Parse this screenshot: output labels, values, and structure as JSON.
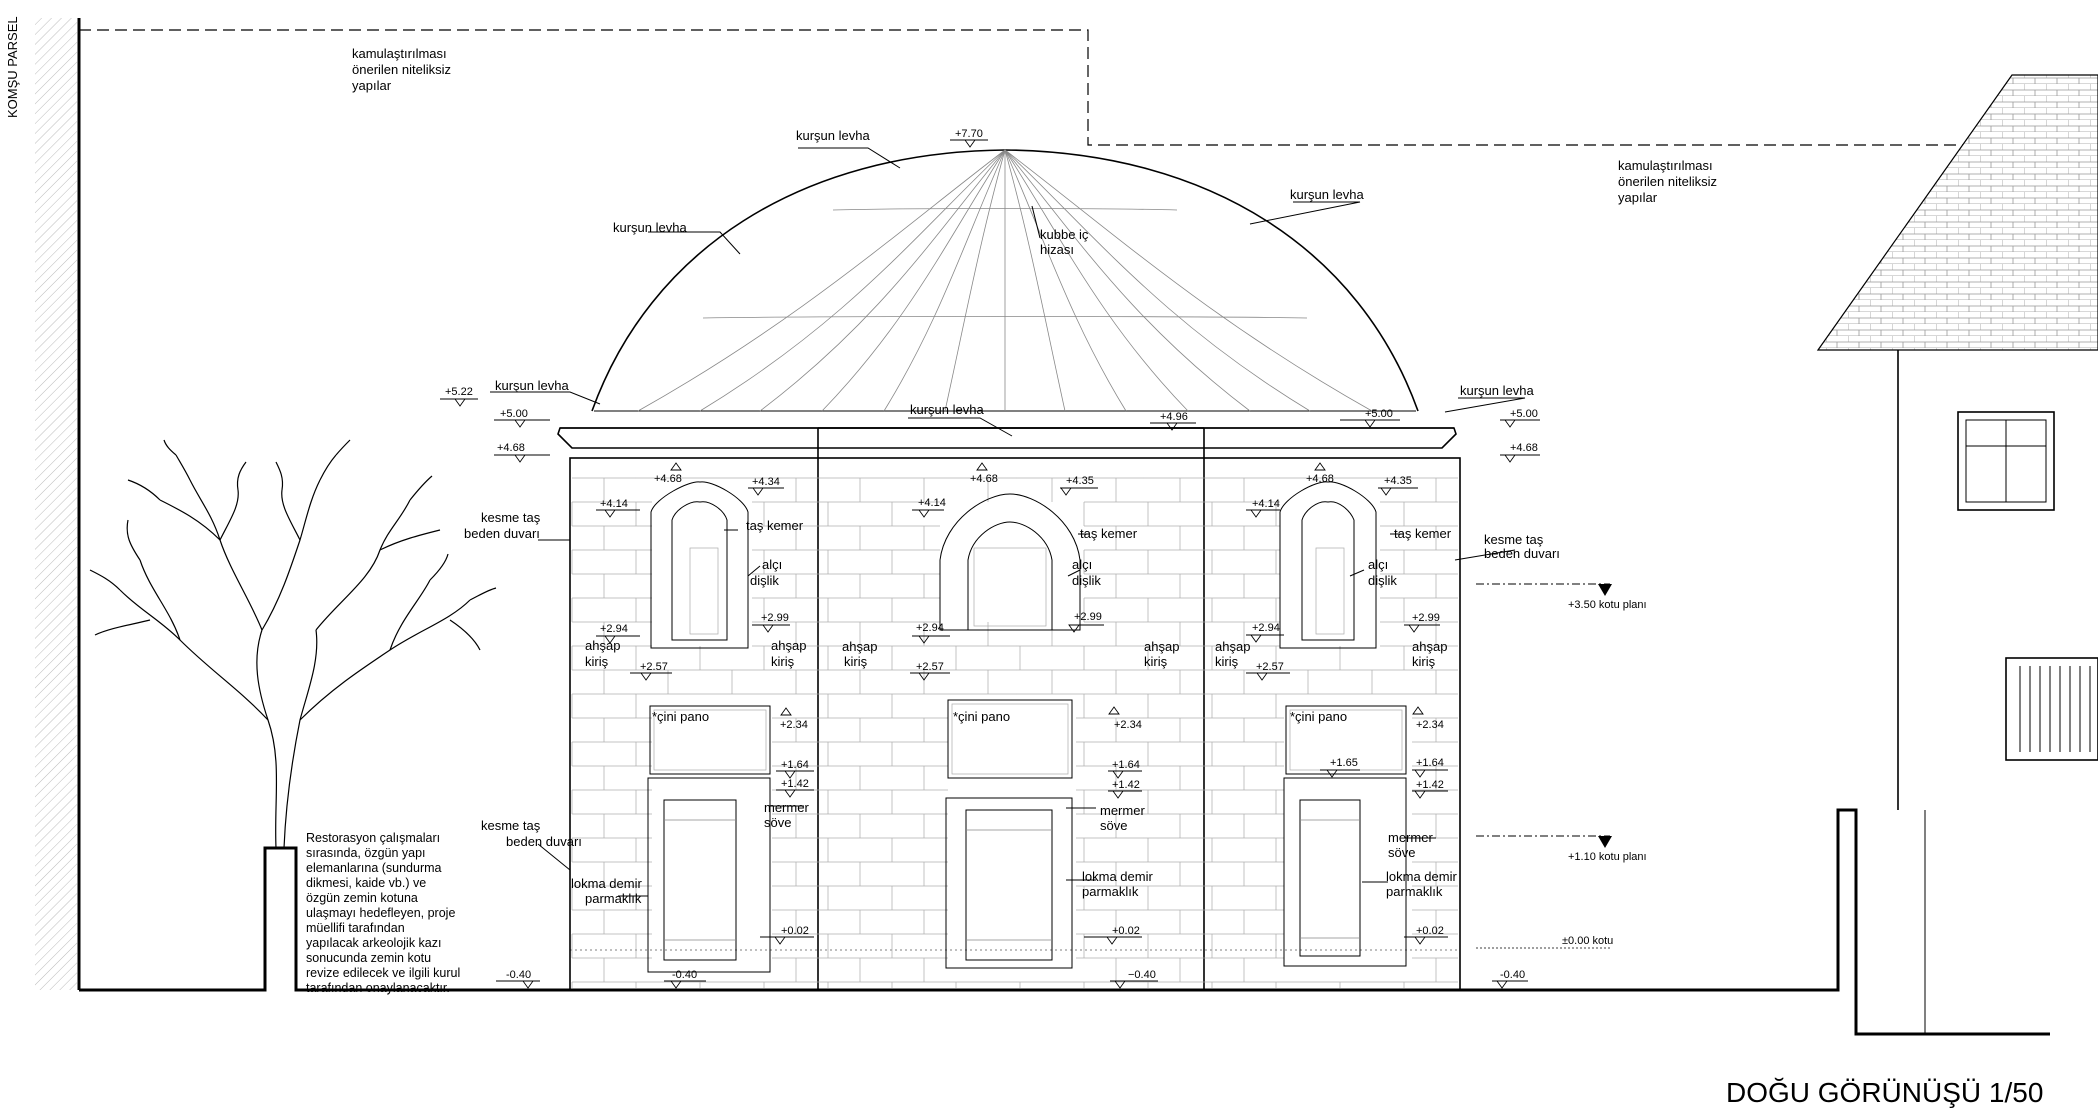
{
  "title": "DOĞU GÖRÜNÜŞÜ 1/50",
  "neighbor_label": "KOMŞU PARSEL",
  "expropriation_left": [
    "kamulaştırılması",
    "önerilen niteliksiz",
    "yapılar"
  ],
  "expropriation_right": [
    "kamulaştırılması",
    "önerilen niteliksiz",
    "yapılar"
  ],
  "restoration_note": [
    "Restorasyon çalışmaları",
    "sırasında, özgün yapı",
    "elemanlarına (sundurma",
    "dikmesi, kaide vb.) ve",
    "özgün zemin kotuna",
    "ulaşmayı hedefleyen, proje",
    "müellifi  tarafından",
    "yapılacak arkeolojik kazı",
    "sonucunda zemin kotu",
    "revize edilecek ve ilgili kurul",
    "tarafından onaylanacaktır."
  ],
  "labels": {
    "lead": "kurşun levha",
    "dome_inner": [
      "kubbe iç",
      "hizası"
    ],
    "stone_wall": [
      "kesme taş",
      "beden duvarı"
    ],
    "stone_arch": "taş kemer",
    "plaster": [
      "alçı",
      "dişlik"
    ],
    "timber": [
      "ahşap",
      "kiriş"
    ],
    "tile": "*çini pano",
    "marble": [
      "mermer",
      "söve"
    ],
    "iron": [
      "lokma demir",
      "parmaklık"
    ]
  },
  "plans": {
    "p350": "+3.50 kotu planı",
    "p110": "+1.10 kotu planı",
    "p000": "±0.00 kotu"
  },
  "levels": {
    "top": "+7.70",
    "l522": "+5.22",
    "l500": "+5.00",
    "l496": "+4.96",
    "l468": "+4.68",
    "l435": "+4.35",
    "l434": "+4.34",
    "l414": "+4.14",
    "l299": "+2.99",
    "l294": "+2.94",
    "l257": "+2.57",
    "l234": "+2.34",
    "l165": "+1.65",
    "l164": "+1.64",
    "l142": "+1.42",
    "l002": "+0.02",
    "m040": "-0.40",
    "mm040": "−0.40"
  },
  "colors": {
    "ink": "#000000",
    "hatch": "#aaaaaa",
    "paper": "#ffffff"
  }
}
